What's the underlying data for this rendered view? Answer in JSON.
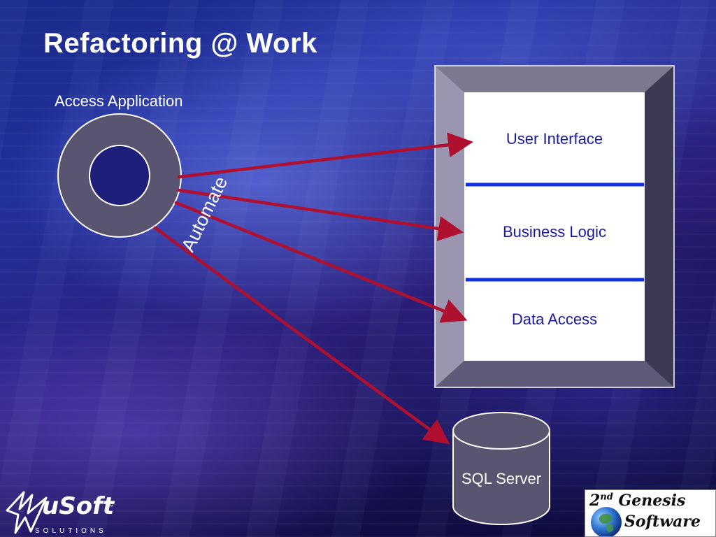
{
  "slide": {
    "title": "Refactoring @ Work",
    "access_application_label": "Access Application",
    "automate_label": "Automate",
    "layers": {
      "user_interface": "User Interface",
      "business_logic": "Business Logic",
      "data_access": "Data Access"
    },
    "database_label": "SQL Server"
  },
  "logos": {
    "left": {
      "word": "uSoft",
      "trademark": "™",
      "subtitle": "SOLUTIONS"
    },
    "right": {
      "line1_prefix": "2",
      "line1_sup": "nd",
      "line1_suffix": " Genesis",
      "line2": "Software"
    }
  },
  "colors": {
    "arrow": "#b01030",
    "divider": "#1030e0",
    "layer_text": "#1a1aa8",
    "frame_light": "#9a96b0",
    "frame_mid": "#5e5a78",
    "frame_dark": "#3c3a52"
  }
}
